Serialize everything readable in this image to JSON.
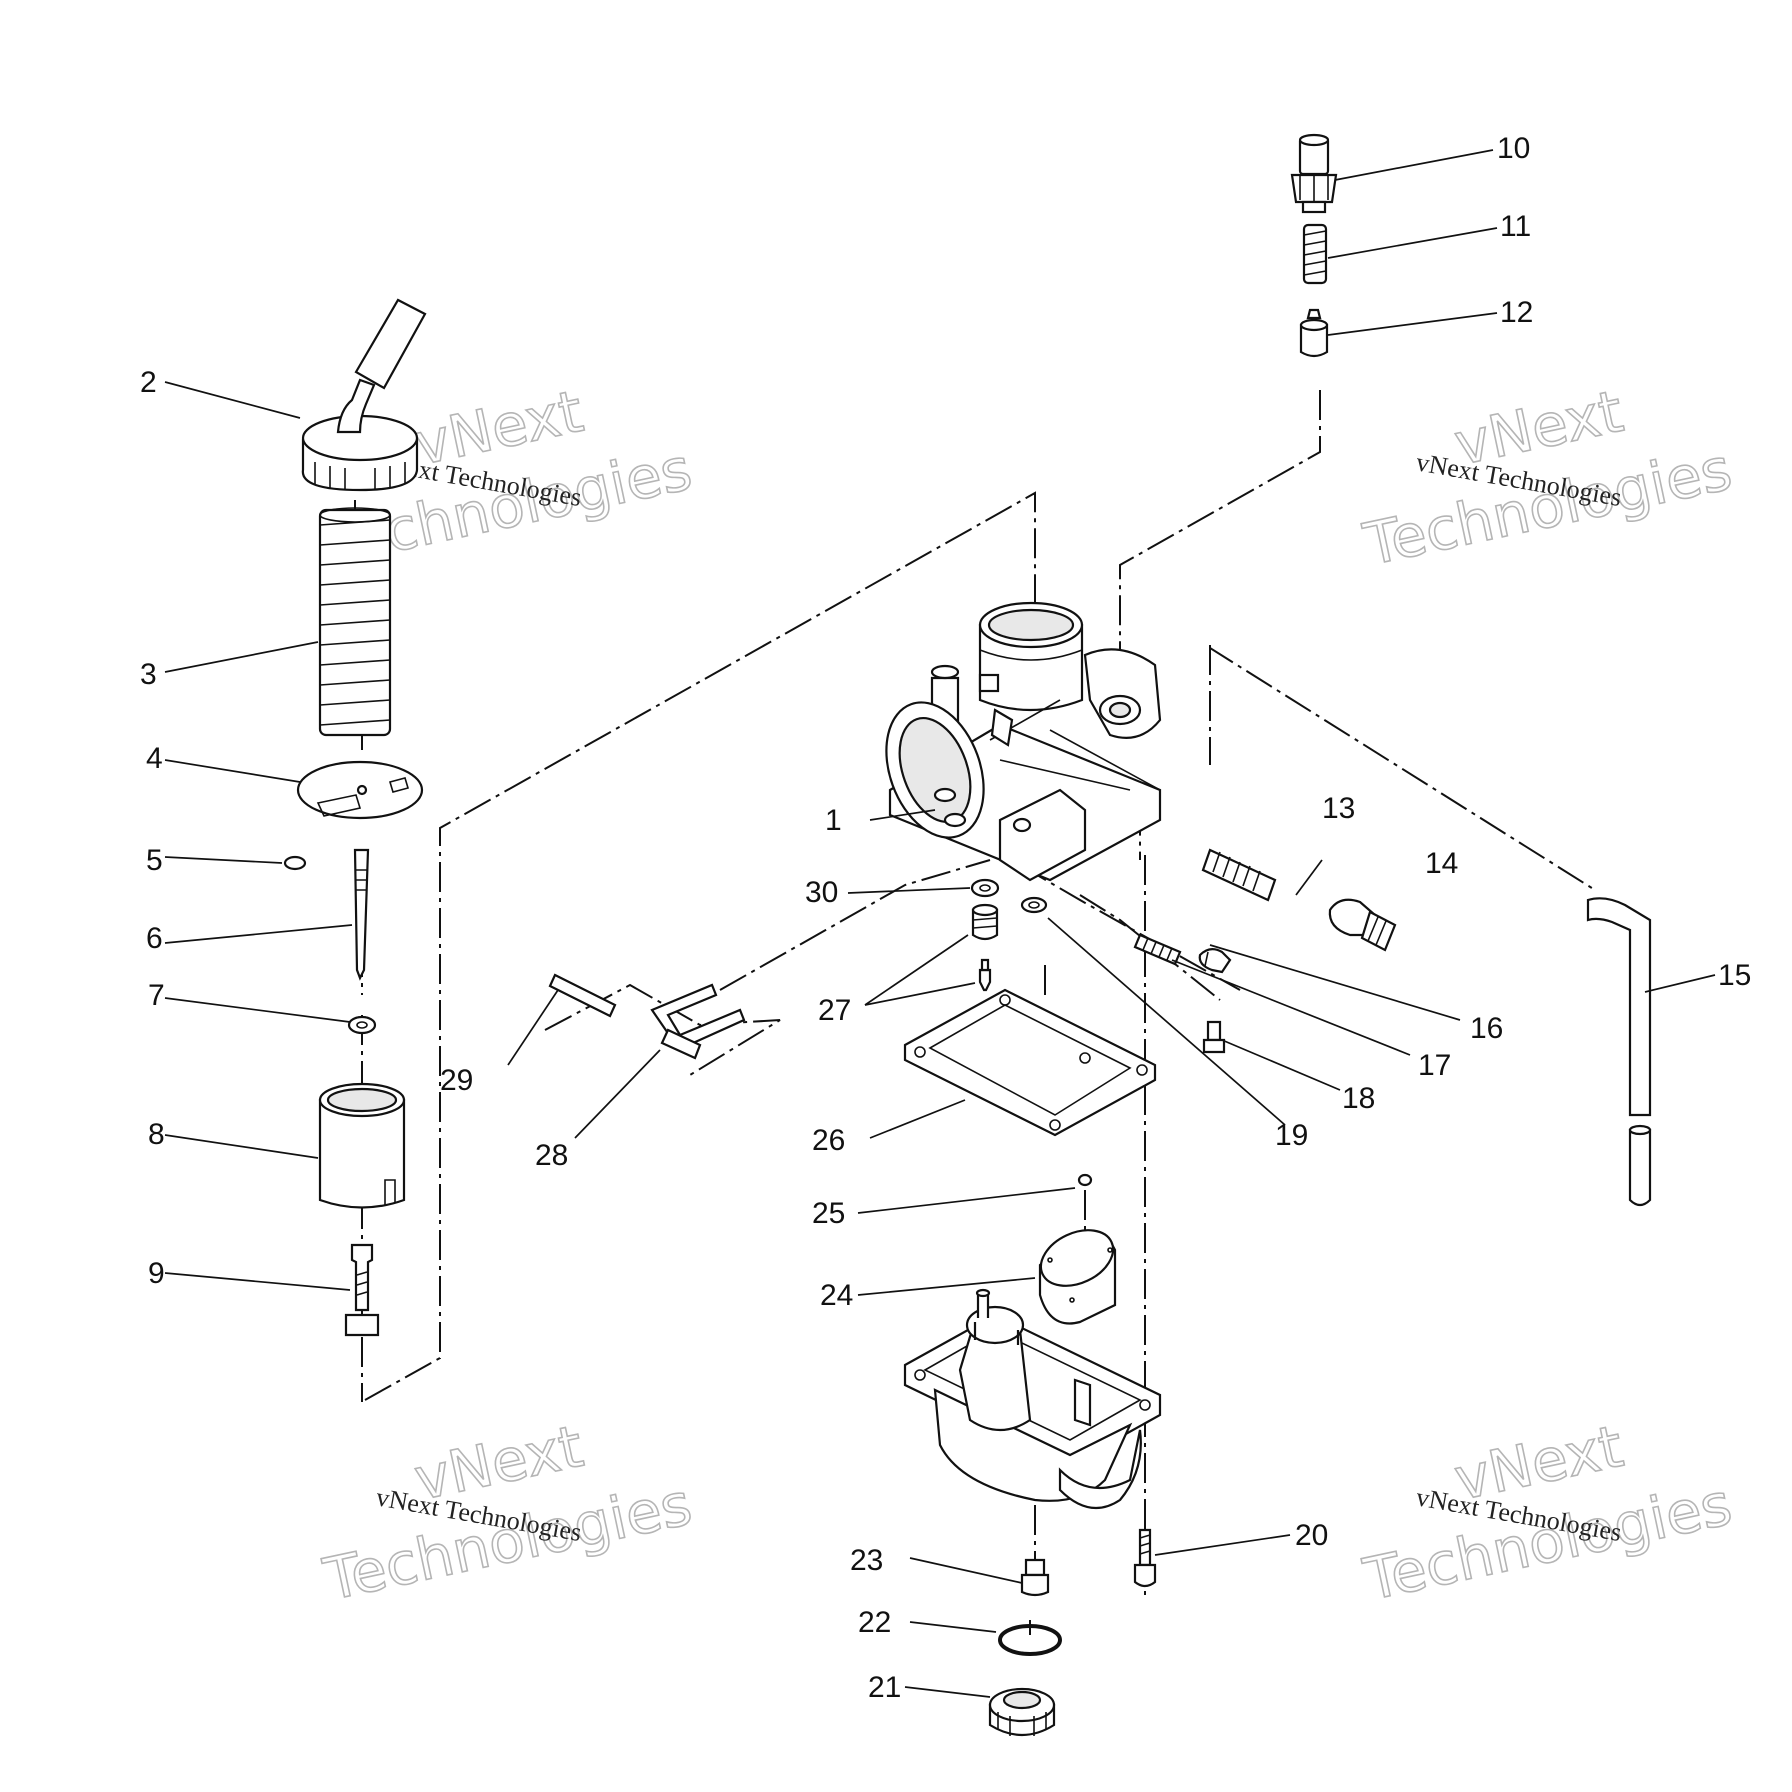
{
  "callouts": {
    "c1": "1",
    "c2": "2",
    "c3": "3",
    "c4": "4",
    "c5": "5",
    "c6": "6",
    "c7": "7",
    "c8": "8",
    "c9": "9",
    "c10": "10",
    "c11": "11",
    "c12": "12",
    "c13": "13",
    "c14": "14",
    "c15": "15",
    "c16": "16",
    "c17": "17",
    "c18": "18",
    "c19": "19",
    "c20": "20",
    "c21": "21",
    "c22": "22",
    "c23": "23",
    "c24": "24",
    "c25": "25",
    "c26": "26",
    "c27": "27",
    "c28": "28",
    "c29": "29",
    "c30": "30"
  },
  "watermark": {
    "brand": "vNext Technologies",
    "line1": "vNext",
    "line2": "Technologies"
  }
}
